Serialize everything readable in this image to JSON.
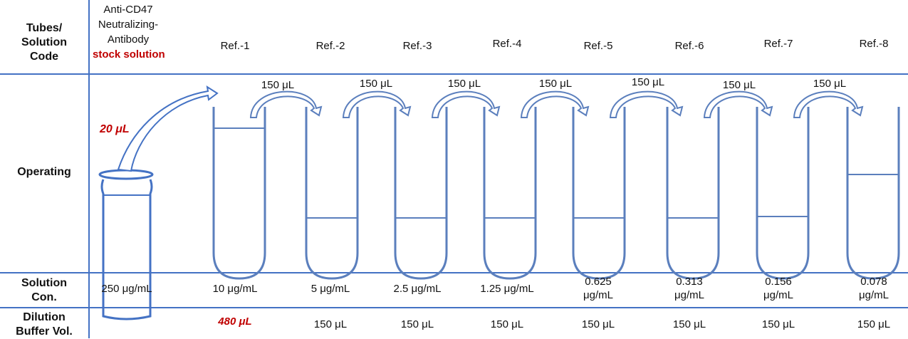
{
  "row_headers": {
    "tubes_line1": "Tubes/",
    "tubes_line2": "Solution",
    "tubes_line3": "Code",
    "operating": "Operating",
    "con_line1": "Solution",
    "con_line2": "Con.",
    "buffer_line1": "Dilution",
    "buffer_line2": "Buffer Vol."
  },
  "stock": {
    "line1": "Anti-CD47",
    "line2": "Neutralizing-",
    "line3": "Antibody",
    "line4": "stock solution",
    "transfer": "20 μL",
    "concentration": "250 μg/mL"
  },
  "tubes": [
    {
      "code": "Ref.-1",
      "transfer": "",
      "con1": "10 μg/mL",
      "con2": "",
      "buffer": "480 μL"
    },
    {
      "code": "Ref.-2",
      "transfer": "150 μL",
      "con1": "5 μg/mL",
      "con2": "",
      "buffer": "150 μL"
    },
    {
      "code": "Ref.-3",
      "transfer": "150 μL",
      "con1": "2.5 μg/mL",
      "con2": "",
      "buffer": "150 μL"
    },
    {
      "code": "Ref.-4",
      "transfer": "150 μL",
      "con1": "1.25 μg/mL",
      "con2": "",
      "buffer": "150 μL"
    },
    {
      "code": "Ref.-5",
      "transfer": "150 μL",
      "con1": "0.625",
      "con2": "μg/mL",
      "buffer": "150 μL"
    },
    {
      "code": "Ref.-6",
      "transfer": "150 μL",
      "con1": "0.313",
      "con2": "μg/mL",
      "buffer": "150 μL"
    },
    {
      "code": "Ref.-7",
      "transfer": "150 μL",
      "con1": "0.156",
      "con2": "μg/mL",
      "buffer": "150 μL"
    },
    {
      "code": "Ref.-8",
      "transfer": "150 μL",
      "con1": "0.078",
      "con2": "μg/mL",
      "buffer": "150 μL"
    }
  ],
  "colors": {
    "grid": "#4472c4",
    "tube": "#5b7fbd",
    "emphasis": "#c00000"
  }
}
